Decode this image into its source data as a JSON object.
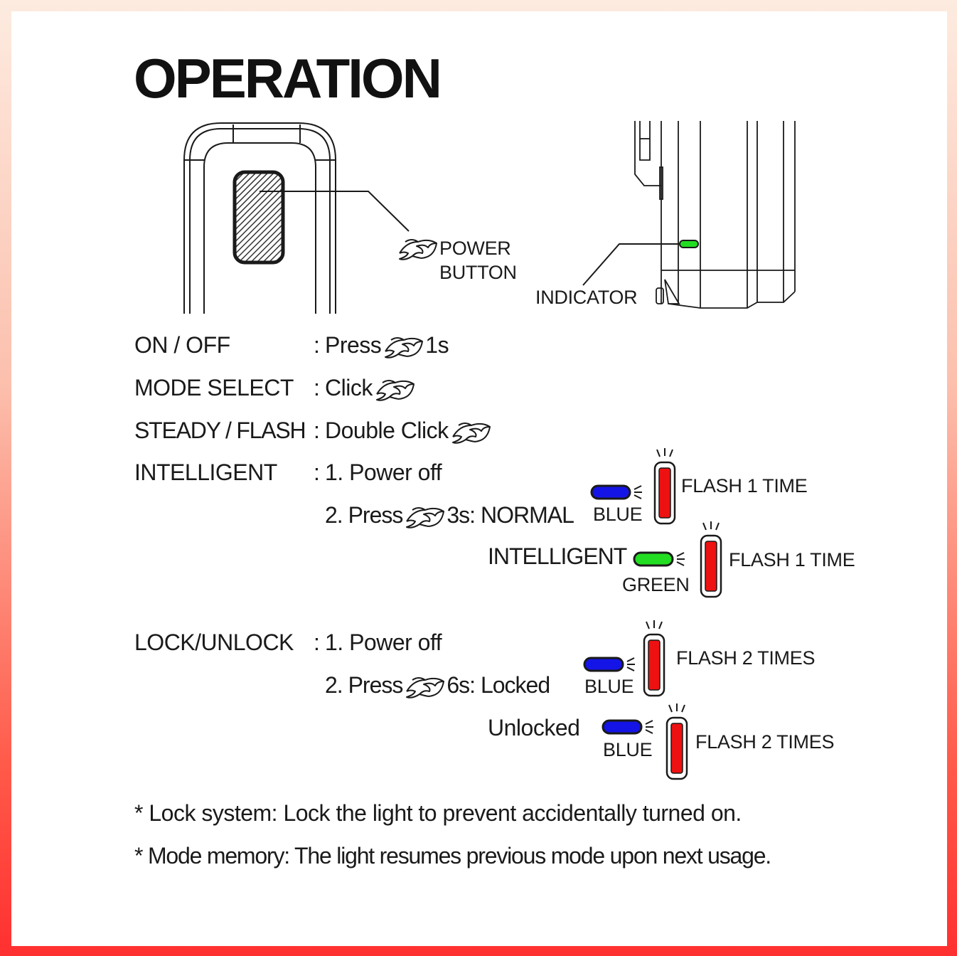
{
  "title": "OPERATION",
  "diagram": {
    "power_button_label_line1": "POWER",
    "power_button_label_line2": "BUTTON",
    "indicator_label": "INDICATOR"
  },
  "operations": [
    {
      "label": "ON / OFF",
      "colon": ":",
      "action": "Press",
      "suffix": "1s"
    },
    {
      "label": "MODE SELECT",
      "colon": ":",
      "action": "Click",
      "suffix": ""
    },
    {
      "label": "STEADY / FLASH",
      "colon": ":",
      "action": "Double Click",
      "suffix": ""
    },
    {
      "label": "INTELLIGENT",
      "colon": ":",
      "step1": "1. Power off",
      "step2_prefix": "2. Press",
      "step2_suffix": "3s: NORMAL"
    },
    {
      "label": "LOCK/UNLOCK",
      "colon": ":",
      "step1": "1. Power off",
      "step2_prefix": "2. Press",
      "step2_suffix": "6s: Locked"
    }
  ],
  "indicators": {
    "normal": {
      "color_label": "BLUE",
      "flash": "FLASH 1 TIME",
      "color": "#1414e6"
    },
    "intelligent": {
      "mode": "INTELLIGENT",
      "color_label": "GREEN",
      "flash": "FLASH 1 TIME",
      "color": "#22dd22"
    },
    "locked": {
      "color_label": "BLUE",
      "flash": "FLASH 2 TIMES",
      "color": "#1414e6"
    },
    "unlocked": {
      "mode": "Unlocked",
      "color_label": "BLUE",
      "flash": "FLASH 2 TIMES",
      "color": "#1414e6"
    }
  },
  "lamp_color": "#ee1111",
  "notes": [
    "* Lock system: Lock the light to prevent accidentally turned on.",
    "* Mode memory: The light resumes previous mode upon next usage."
  ]
}
